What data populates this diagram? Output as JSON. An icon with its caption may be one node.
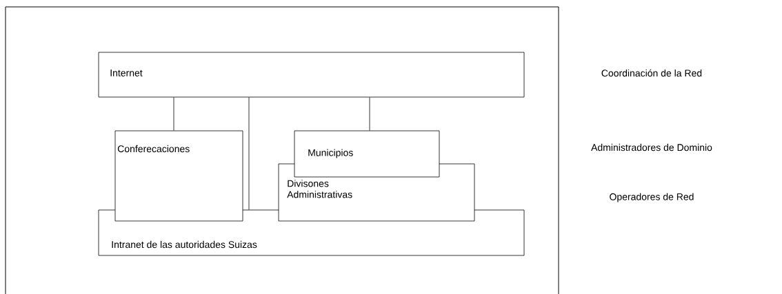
{
  "diagram": {
    "nodes": [
      {
        "text": [
          "Internet"
        ]
      },
      {
        "text": [
          "Conferecaciones"
        ]
      },
      {
        "text": [
          "Municipios"
        ]
      },
      {
        "text": [
          "Divisones Administrativas"
        ]
      },
      {
        "text": [
          "Intranet de las autoridades Suizas"
        ]
      }
    ],
    "edges": [
      {
        "from": 0,
        "to": 1,
        "arrow": "none"
      },
      {
        "from": 0,
        "to": 4,
        "arrow": "none"
      },
      {
        "from": 0,
        "to": 2,
        "arrow": "none"
      }
    ],
    "labels": [
      "Coordinación de la Red",
      "Administradores de Dominio",
      "Operadores de Red"
    ]
  }
}
